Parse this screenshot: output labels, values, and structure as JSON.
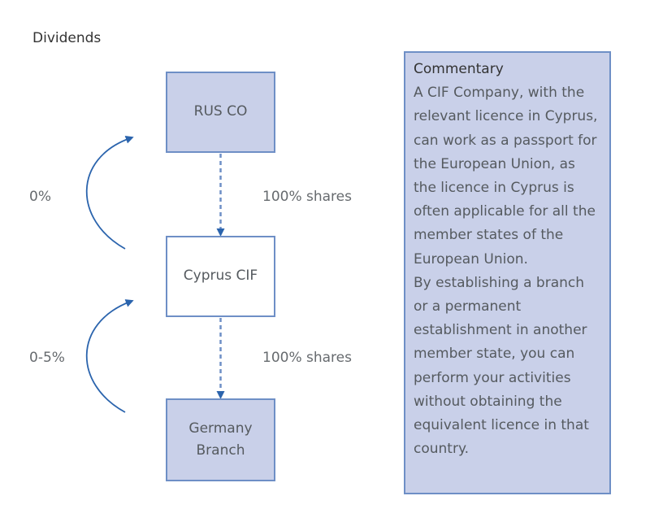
{
  "diagram": {
    "title": "Dividends",
    "nodes": [
      {
        "id": "rus-co",
        "label": "RUS CO",
        "style": "filled"
      },
      {
        "id": "cyprus-cif",
        "label": "Cyprus CIF",
        "style": "plain"
      },
      {
        "id": "germany-branch",
        "label": "Germany Branch",
        "style": "filled"
      }
    ],
    "edges": [
      {
        "from": "rus-co",
        "to": "cyprus-cif",
        "label": "100% shares",
        "style": "dashed"
      },
      {
        "from": "cyprus-cif",
        "to": "germany-branch",
        "label": "100% shares",
        "style": "dashed"
      }
    ],
    "dividend_flows": [
      {
        "from": "cyprus-cif",
        "to": "rus-co",
        "rate": "0%"
      },
      {
        "from": "germany-branch",
        "to": "cyprus-cif",
        "rate": "0-5%"
      }
    ],
    "commentary": {
      "title": "Commentary",
      "paragraph1": "A CIF Company, with the relevant licence in Cyprus, can work as a passport for the European Union, as the licence in Cyprus is often applicable for all the member states of the European Union.",
      "paragraph2": "By establishing a branch or a permanent establishment in another member state, you can perform your activities without obtaining the equivalent licence in that country."
    },
    "colors": {
      "box_fill": "#c9d0e9",
      "box_border": "#6e8fc6",
      "arrow": "#2b64ad",
      "text": "#555a5f"
    }
  }
}
